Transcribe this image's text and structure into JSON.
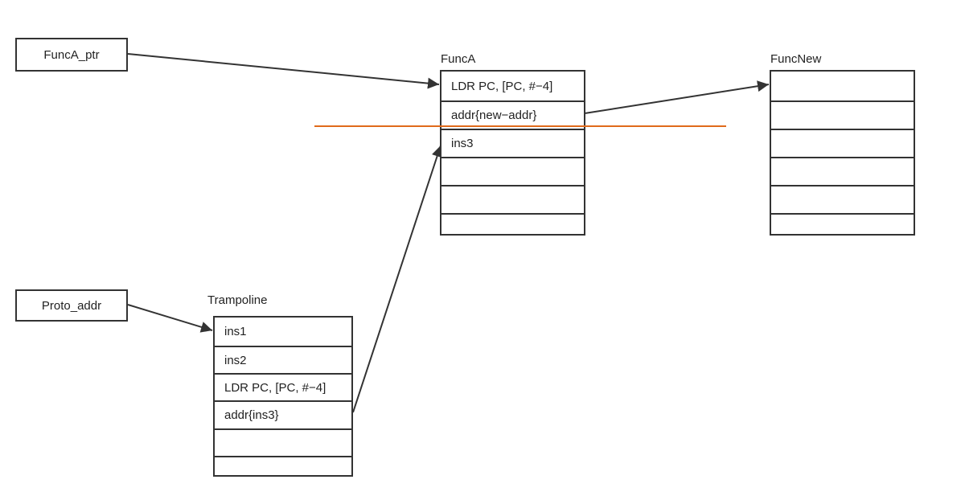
{
  "colors": {
    "line": "#333333",
    "separator": "#e06a1b",
    "background": "#ffffff"
  },
  "nodes": {
    "funca_ptr": "FuncA_ptr",
    "proto_addr": "Proto_addr"
  },
  "stacks": {
    "funca": {
      "title": "FuncA",
      "cells": [
        "LDR PC, [PC, #−4]",
        "addr{new−addr}",
        "ins3",
        "",
        "",
        ""
      ]
    },
    "funcnew": {
      "title": "FuncNew",
      "cells": [
        "",
        "",
        "",
        "",
        "",
        ""
      ]
    },
    "trampoline": {
      "title": "Trampoline",
      "cells": [
        "ins1",
        "ins2",
        "LDR PC, [PC, #−4]",
        "addr{ins3}",
        "",
        ""
      ]
    }
  }
}
